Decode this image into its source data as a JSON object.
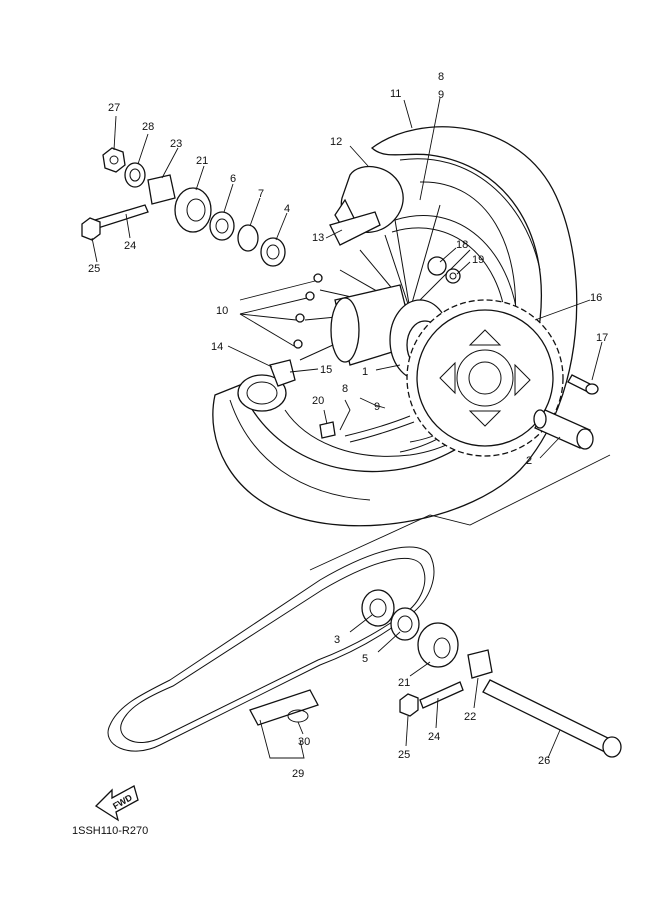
{
  "diagram_code": "1SSH110-R270",
  "fwd_label": "FWD",
  "callouts": [
    {
      "id": "c1",
      "label": "1"
    },
    {
      "id": "c2",
      "label": "2"
    },
    {
      "id": "c3",
      "label": "3"
    },
    {
      "id": "c4",
      "label": "4"
    },
    {
      "id": "c5",
      "label": "5"
    },
    {
      "id": "c6",
      "label": "6"
    },
    {
      "id": "c7",
      "label": "7"
    },
    {
      "id": "c8a",
      "label": "8"
    },
    {
      "id": "c9a",
      "label": "9"
    },
    {
      "id": "c8b",
      "label": "8"
    },
    {
      "id": "c9b",
      "label": "9"
    },
    {
      "id": "c10",
      "label": "10"
    },
    {
      "id": "c11",
      "label": "11"
    },
    {
      "id": "c12",
      "label": "12"
    },
    {
      "id": "c13",
      "label": "13"
    },
    {
      "id": "c14",
      "label": "14"
    },
    {
      "id": "c15",
      "label": "15"
    },
    {
      "id": "c16",
      "label": "16"
    },
    {
      "id": "c17",
      "label": "17"
    },
    {
      "id": "c18",
      "label": "18"
    },
    {
      "id": "c19",
      "label": "19"
    },
    {
      "id": "c20",
      "label": "20"
    },
    {
      "id": "c21a",
      "label": "21"
    },
    {
      "id": "c21b",
      "label": "21"
    },
    {
      "id": "c22",
      "label": "22"
    },
    {
      "id": "c23",
      "label": "23"
    },
    {
      "id": "c24a",
      "label": "24"
    },
    {
      "id": "c24b",
      "label": "24"
    },
    {
      "id": "c25a",
      "label": "25"
    },
    {
      "id": "c25b",
      "label": "25"
    },
    {
      "id": "c26",
      "label": "26"
    },
    {
      "id": "c27",
      "label": "27"
    },
    {
      "id": "c28",
      "label": "28"
    },
    {
      "id": "c29",
      "label": "29"
    },
    {
      "id": "c30",
      "label": "30"
    }
  ]
}
